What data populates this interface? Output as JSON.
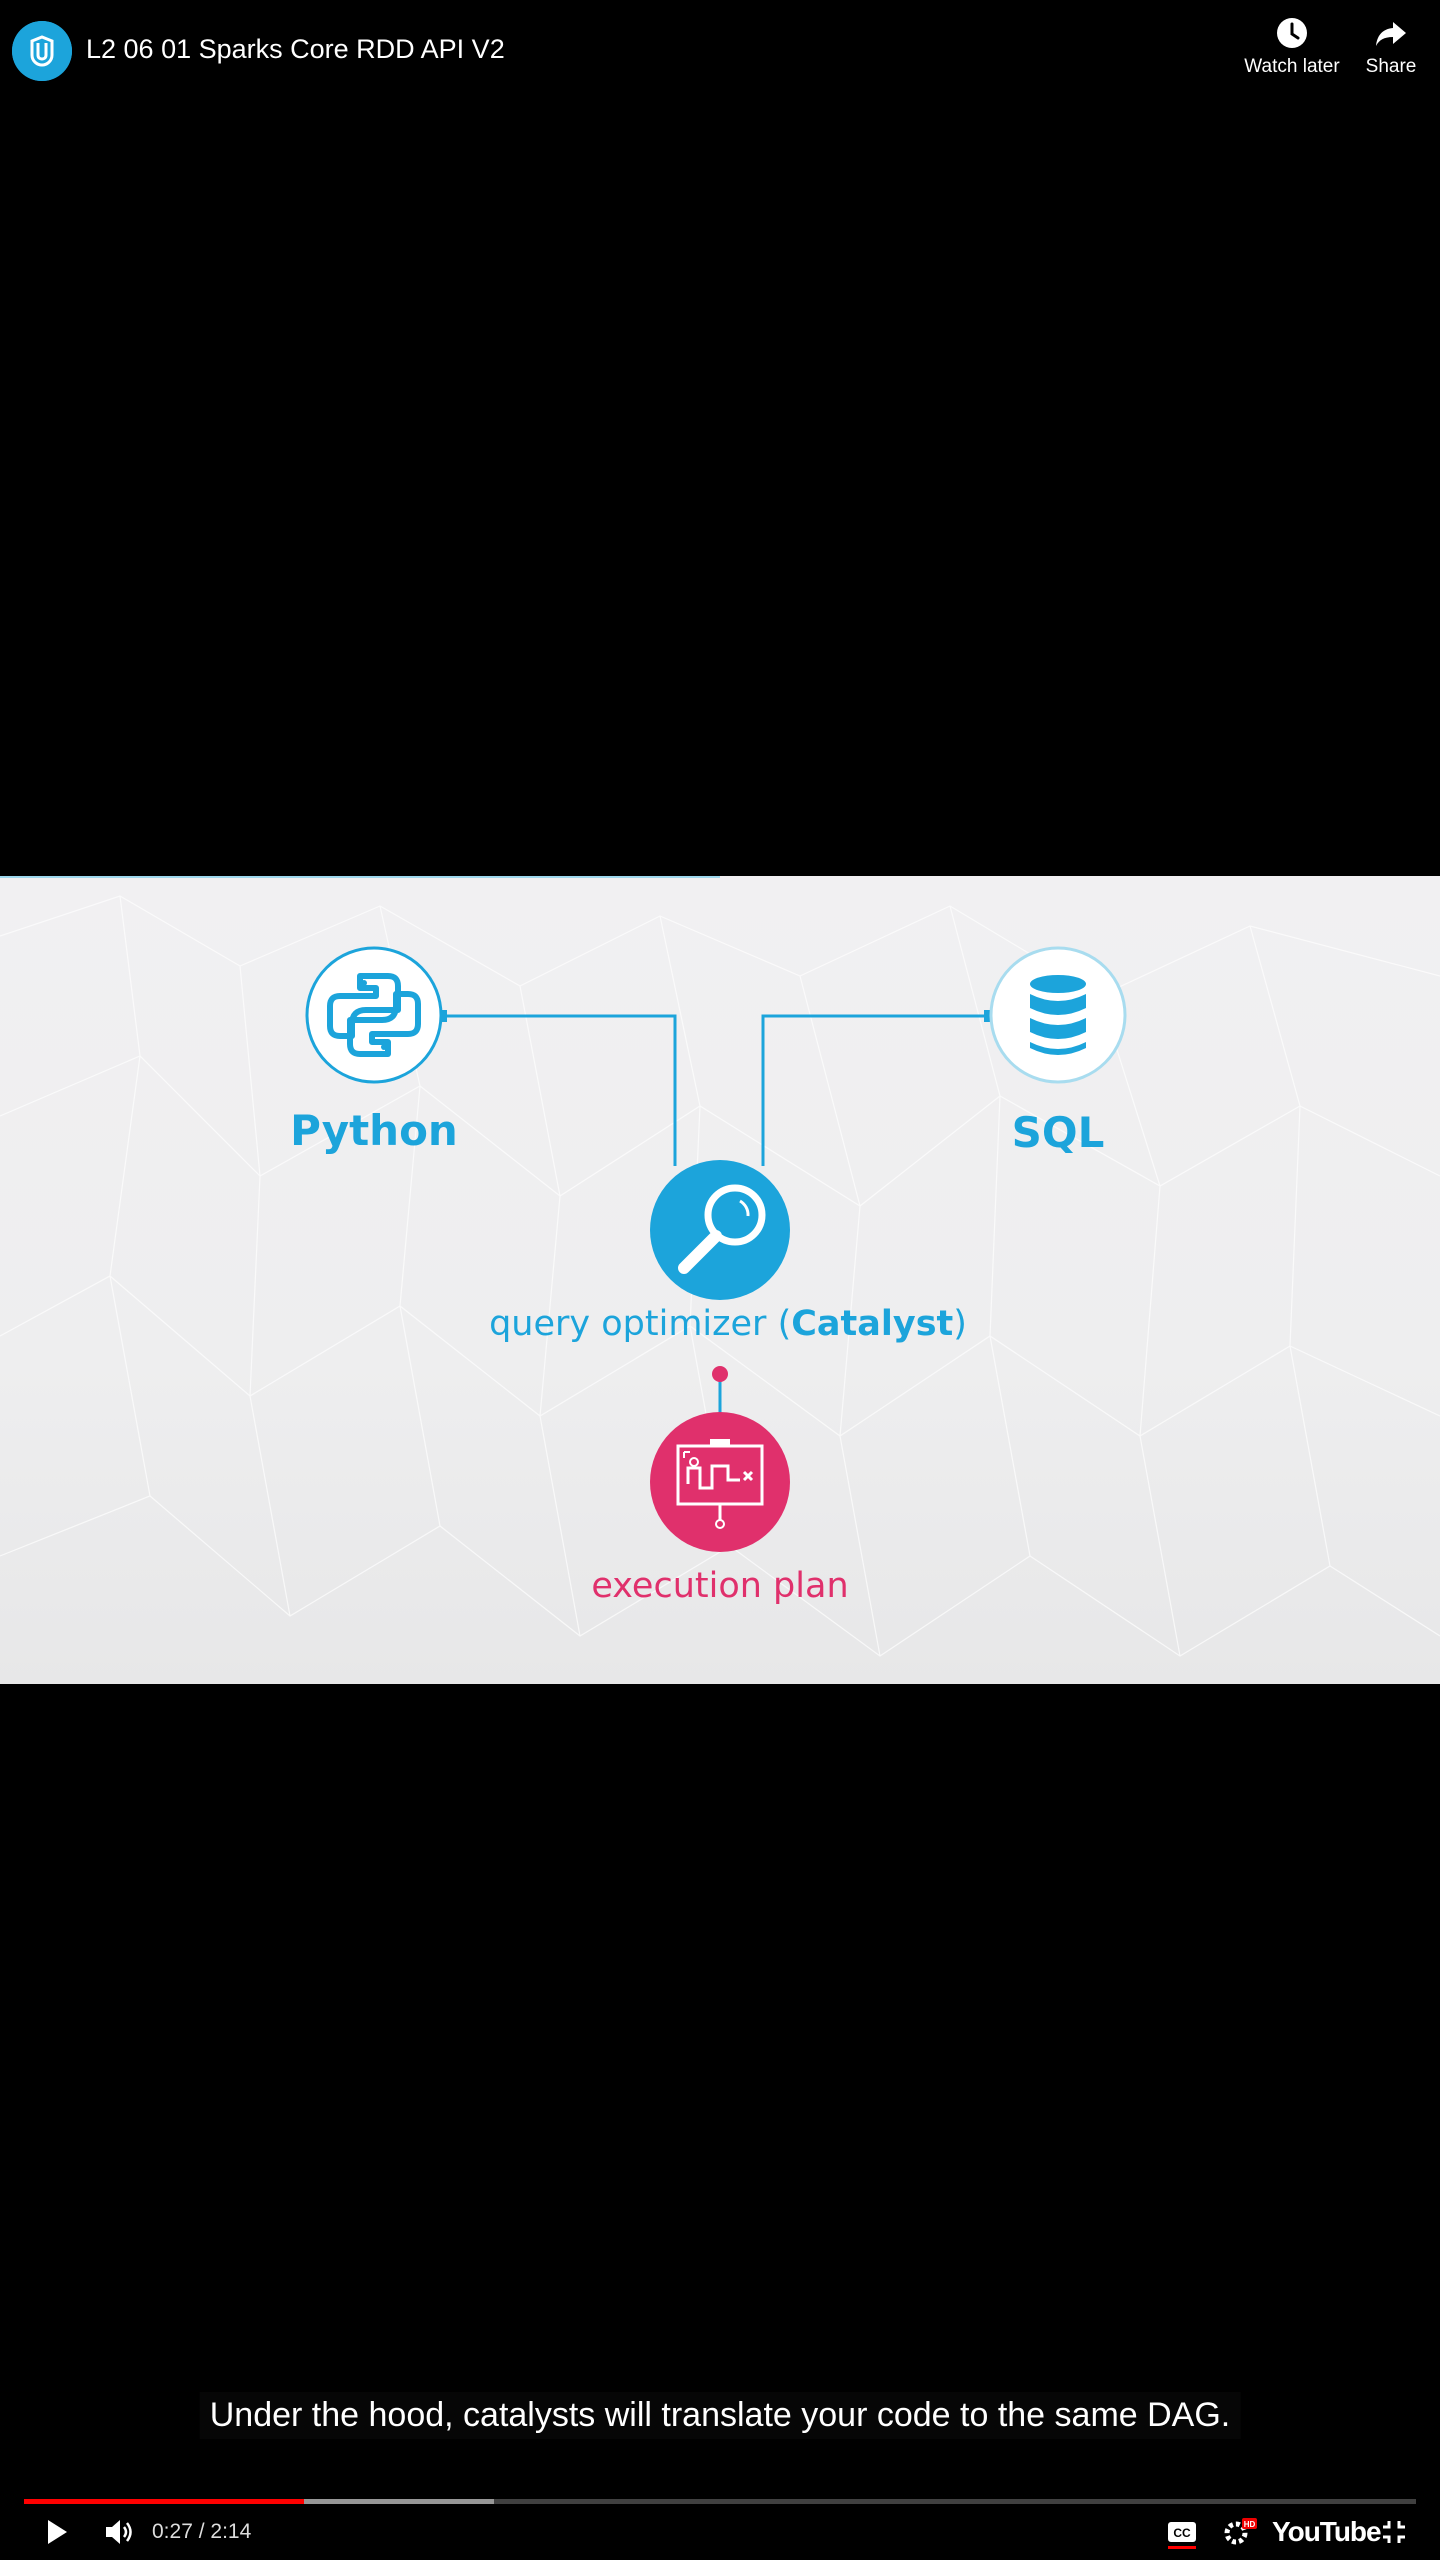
{
  "header": {
    "title": "L2 06 01 Sparks Core RDD API V2",
    "watch_later_label": "Watch later",
    "share_label": "Share"
  },
  "video": {
    "diagram": {
      "python_label": "Python",
      "sql_label": "SQL",
      "optimizer_label_prefix": "query optimizer (",
      "optimizer_label_bold": "Catalyst",
      "optimizer_label_suffix": ")",
      "execution_label": "execution plan"
    },
    "colors": {
      "accent": "#1ca4db",
      "pink": "#e0306c",
      "progress_played": "#ff0000"
    }
  },
  "caption": {
    "text": "Under the hood, catalysts will translate your code to the same DAG."
  },
  "controls": {
    "time_current": "0:27",
    "time_total": "2:14",
    "time_separator": " / ",
    "progress_fraction": 0.201,
    "buffered_fraction": 0.338,
    "logo_text": "YouTube",
    "icons": [
      "play-icon",
      "volume-icon",
      "cc-icon",
      "settings-icon",
      "hd-badge",
      "exit-fullscreen-icon"
    ]
  }
}
